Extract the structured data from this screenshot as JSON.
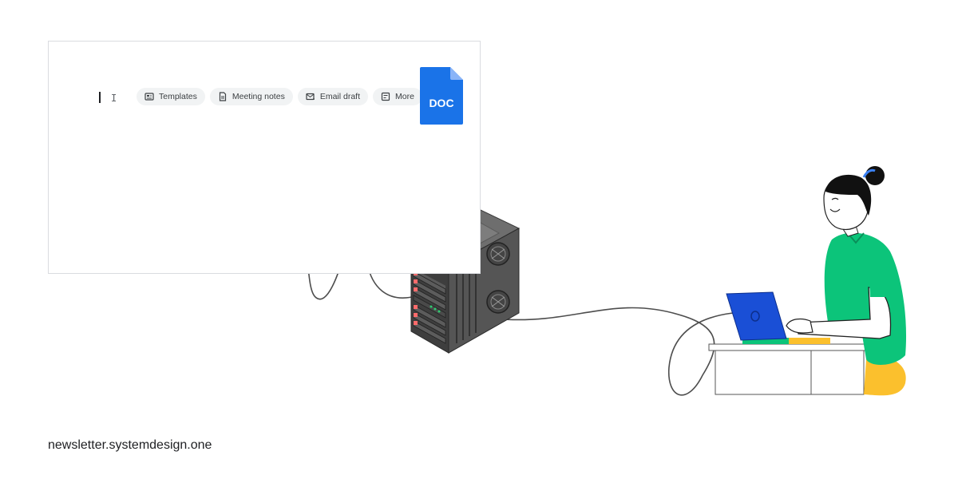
{
  "editor": {
    "chips": [
      {
        "label": "Templates",
        "icon": "template-icon"
      },
      {
        "label": "Meeting notes",
        "icon": "doc-page-icon"
      },
      {
        "label": "Email draft",
        "icon": "email-icon"
      },
      {
        "label": "More",
        "icon": "more-icon"
      }
    ],
    "file_badge": "DOC"
  },
  "footer": {
    "text": "newsletter.systemdesign.one"
  },
  "colors": {
    "doc_blue": "#1a73e8",
    "server_dark": "#4a4a4a",
    "woman_shirt": "#0cc47a",
    "man_shirt": "#b53bd6",
    "yellow": "#fbc02d"
  }
}
